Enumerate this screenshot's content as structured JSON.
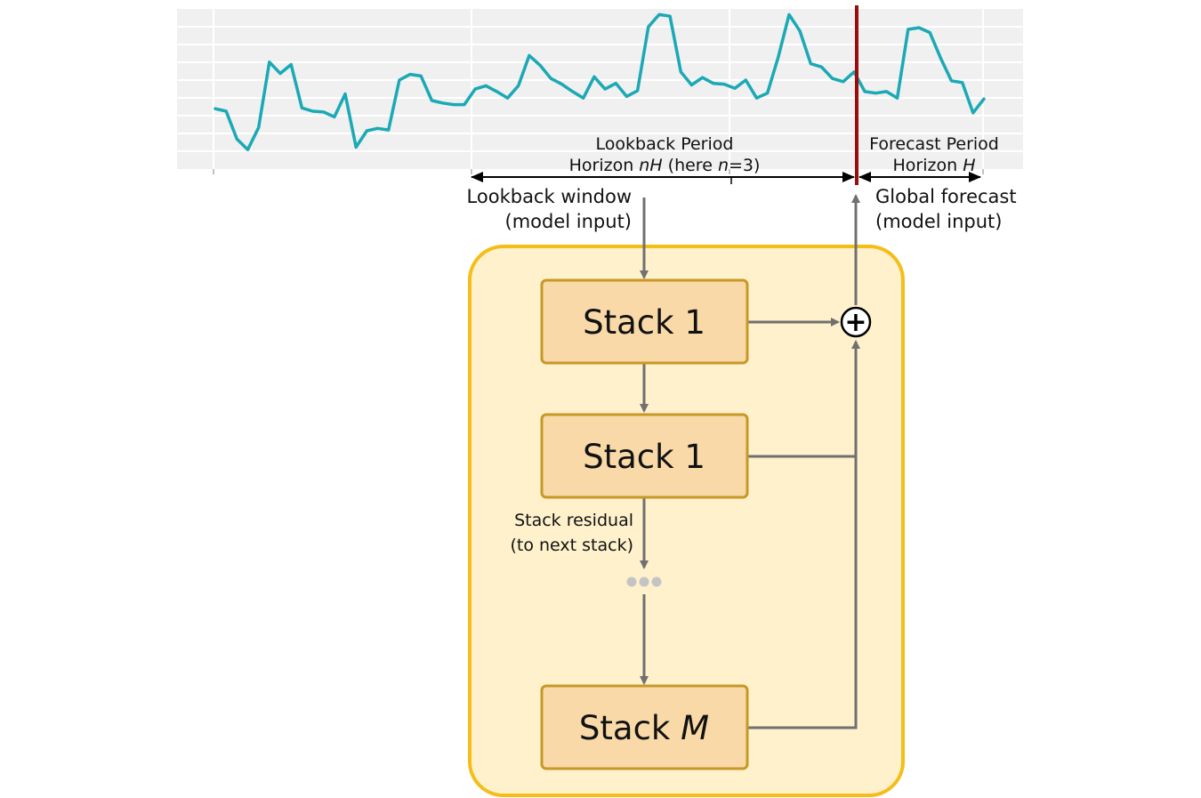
{
  "lookback_period": {
    "line1": "Lookback Period",
    "line2_prefix": "Horizon ",
    "line2_var": "nH",
    "line2_mid": " (here ",
    "line2_n": "n",
    "line2_suffix": "=3)"
  },
  "forecast_period": {
    "line1": "Forecast Period",
    "line2_prefix": "Horizon ",
    "line2_var": "H"
  },
  "lookback_window": {
    "line1": "Lookback window",
    "line2": "(model input)"
  },
  "global_forecast": {
    "line1": "Global forecast",
    "line2": "(model input)"
  },
  "stacks": [
    {
      "label": "Stack 1",
      "italic_suffix": ""
    },
    {
      "label": "Stack 1",
      "italic_suffix": ""
    },
    {
      "label": "Stack ",
      "italic_suffix": "M"
    }
  ],
  "stack_residual": {
    "line1": "Stack residual",
    "line2": "(to next stack)"
  },
  "sum_symbol": "+",
  "series_values": [
    0.65,
    0.62,
    0.28,
    0.15,
    0.42,
    1.22,
    1.08,
    1.19,
    0.66,
    0.62,
    0.61,
    0.55,
    0.83,
    0.18,
    0.38,
    0.41,
    0.39,
    1.0,
    1.07,
    1.05,
    0.75,
    0.72,
    0.7,
    0.7,
    0.89,
    0.93,
    0.86,
    0.78,
    0.93,
    1.3,
    1.18,
    1.02,
    0.95,
    0.86,
    0.78,
    1.04,
    0.89,
    0.96,
    0.8,
    0.87,
    1.65,
    1.8,
    1.78,
    1.1,
    0.94,
    1.03,
    0.96,
    0.95,
    0.9,
    1.0,
    0.78,
    0.84,
    1.28,
    1.8,
    1.6,
    1.2,
    1.16,
    1.02,
    0.98,
    1.1,
    0.86,
    0.84,
    0.86,
    0.78,
    1.62,
    1.64,
    1.58,
    1.27,
    0.99,
    0.97,
    0.6,
    0.77
  ],
  "colors": {
    "series_line": "#1aa9b5",
    "forecast_divider": "#9b0c0c",
    "chart_background": "#f0f0f0",
    "chart_gridline": "#ffffff",
    "container_fill": "#fef1cc",
    "container_border": "#f5bd17",
    "stack_fill": "#f9d9a8",
    "stack_border": "#c89826",
    "connector": "#707070",
    "dots": "#c4c4c4"
  }
}
